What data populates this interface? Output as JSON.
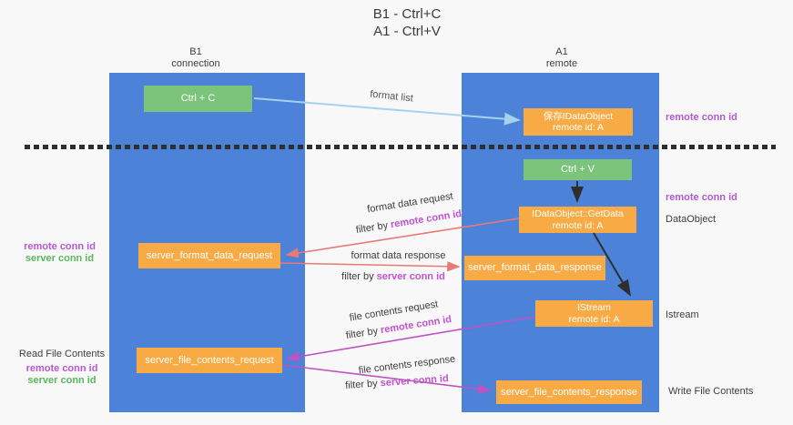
{
  "title": {
    "line1": "B1 - Ctrl+C",
    "line2": "A1 - Ctrl+V"
  },
  "columns": {
    "left": {
      "header_line1": "B1",
      "header_line2": "connection"
    },
    "right": {
      "header_line1": "A1",
      "header_line2": "remote"
    }
  },
  "boxes": {
    "ctrl_c": "Ctrl + C",
    "save_idataobject": {
      "line1": "保存IDataObject",
      "line2": "remote id: A"
    },
    "ctrl_v": "Ctrl + V",
    "getdata": {
      "line1": "IDataObject::GetData",
      "line2": "remote id: A"
    },
    "server_format_data_request": "server_format_data_request",
    "server_format_data_response": "server_format_data_response",
    "istream": {
      "line1": "IStream",
      "line2": "remote id: A"
    },
    "server_file_contents_request": "server_file_contents_request",
    "server_file_contents_response": "server_file_contents_response"
  },
  "arrow_labels": {
    "format_list": "format list",
    "format_data_request": "format data request",
    "format_data_response": "format data response",
    "file_contents_request": "file contents request",
    "file_contents_response": "file contents response",
    "filter_by": "filter by ",
    "remote_conn_id": "remote conn id",
    "server_conn_id": "server conn id"
  },
  "side_labels": {
    "left_remote_conn_id": "remote conn id",
    "left_server_conn_id": "server conn id",
    "read_file_contents": "Read File Contents",
    "left_remote_conn_id_2": "remote conn id",
    "left_server_conn_id_2": "server conn id",
    "right_remote_conn_id_top": "remote conn id",
    "right_remote_conn_id_mid": "remote conn id",
    "dataobject": "DataObject",
    "istream": "Istream",
    "write_file_contents": "Write File Contents"
  },
  "colors": {
    "lane_blue": "#4c82d8",
    "box_orange": "#f8ab45",
    "box_green": "#7cc47c",
    "arrow_light_blue": "#a6d2ee",
    "arrow_salmon": "#e87a74",
    "arrow_magenta": "#bf53c3",
    "arrow_black": "#2e2e2e",
    "label_purple": "#b35ad0",
    "label_green": "#58b85c",
    "background": "#f8f8f8"
  }
}
